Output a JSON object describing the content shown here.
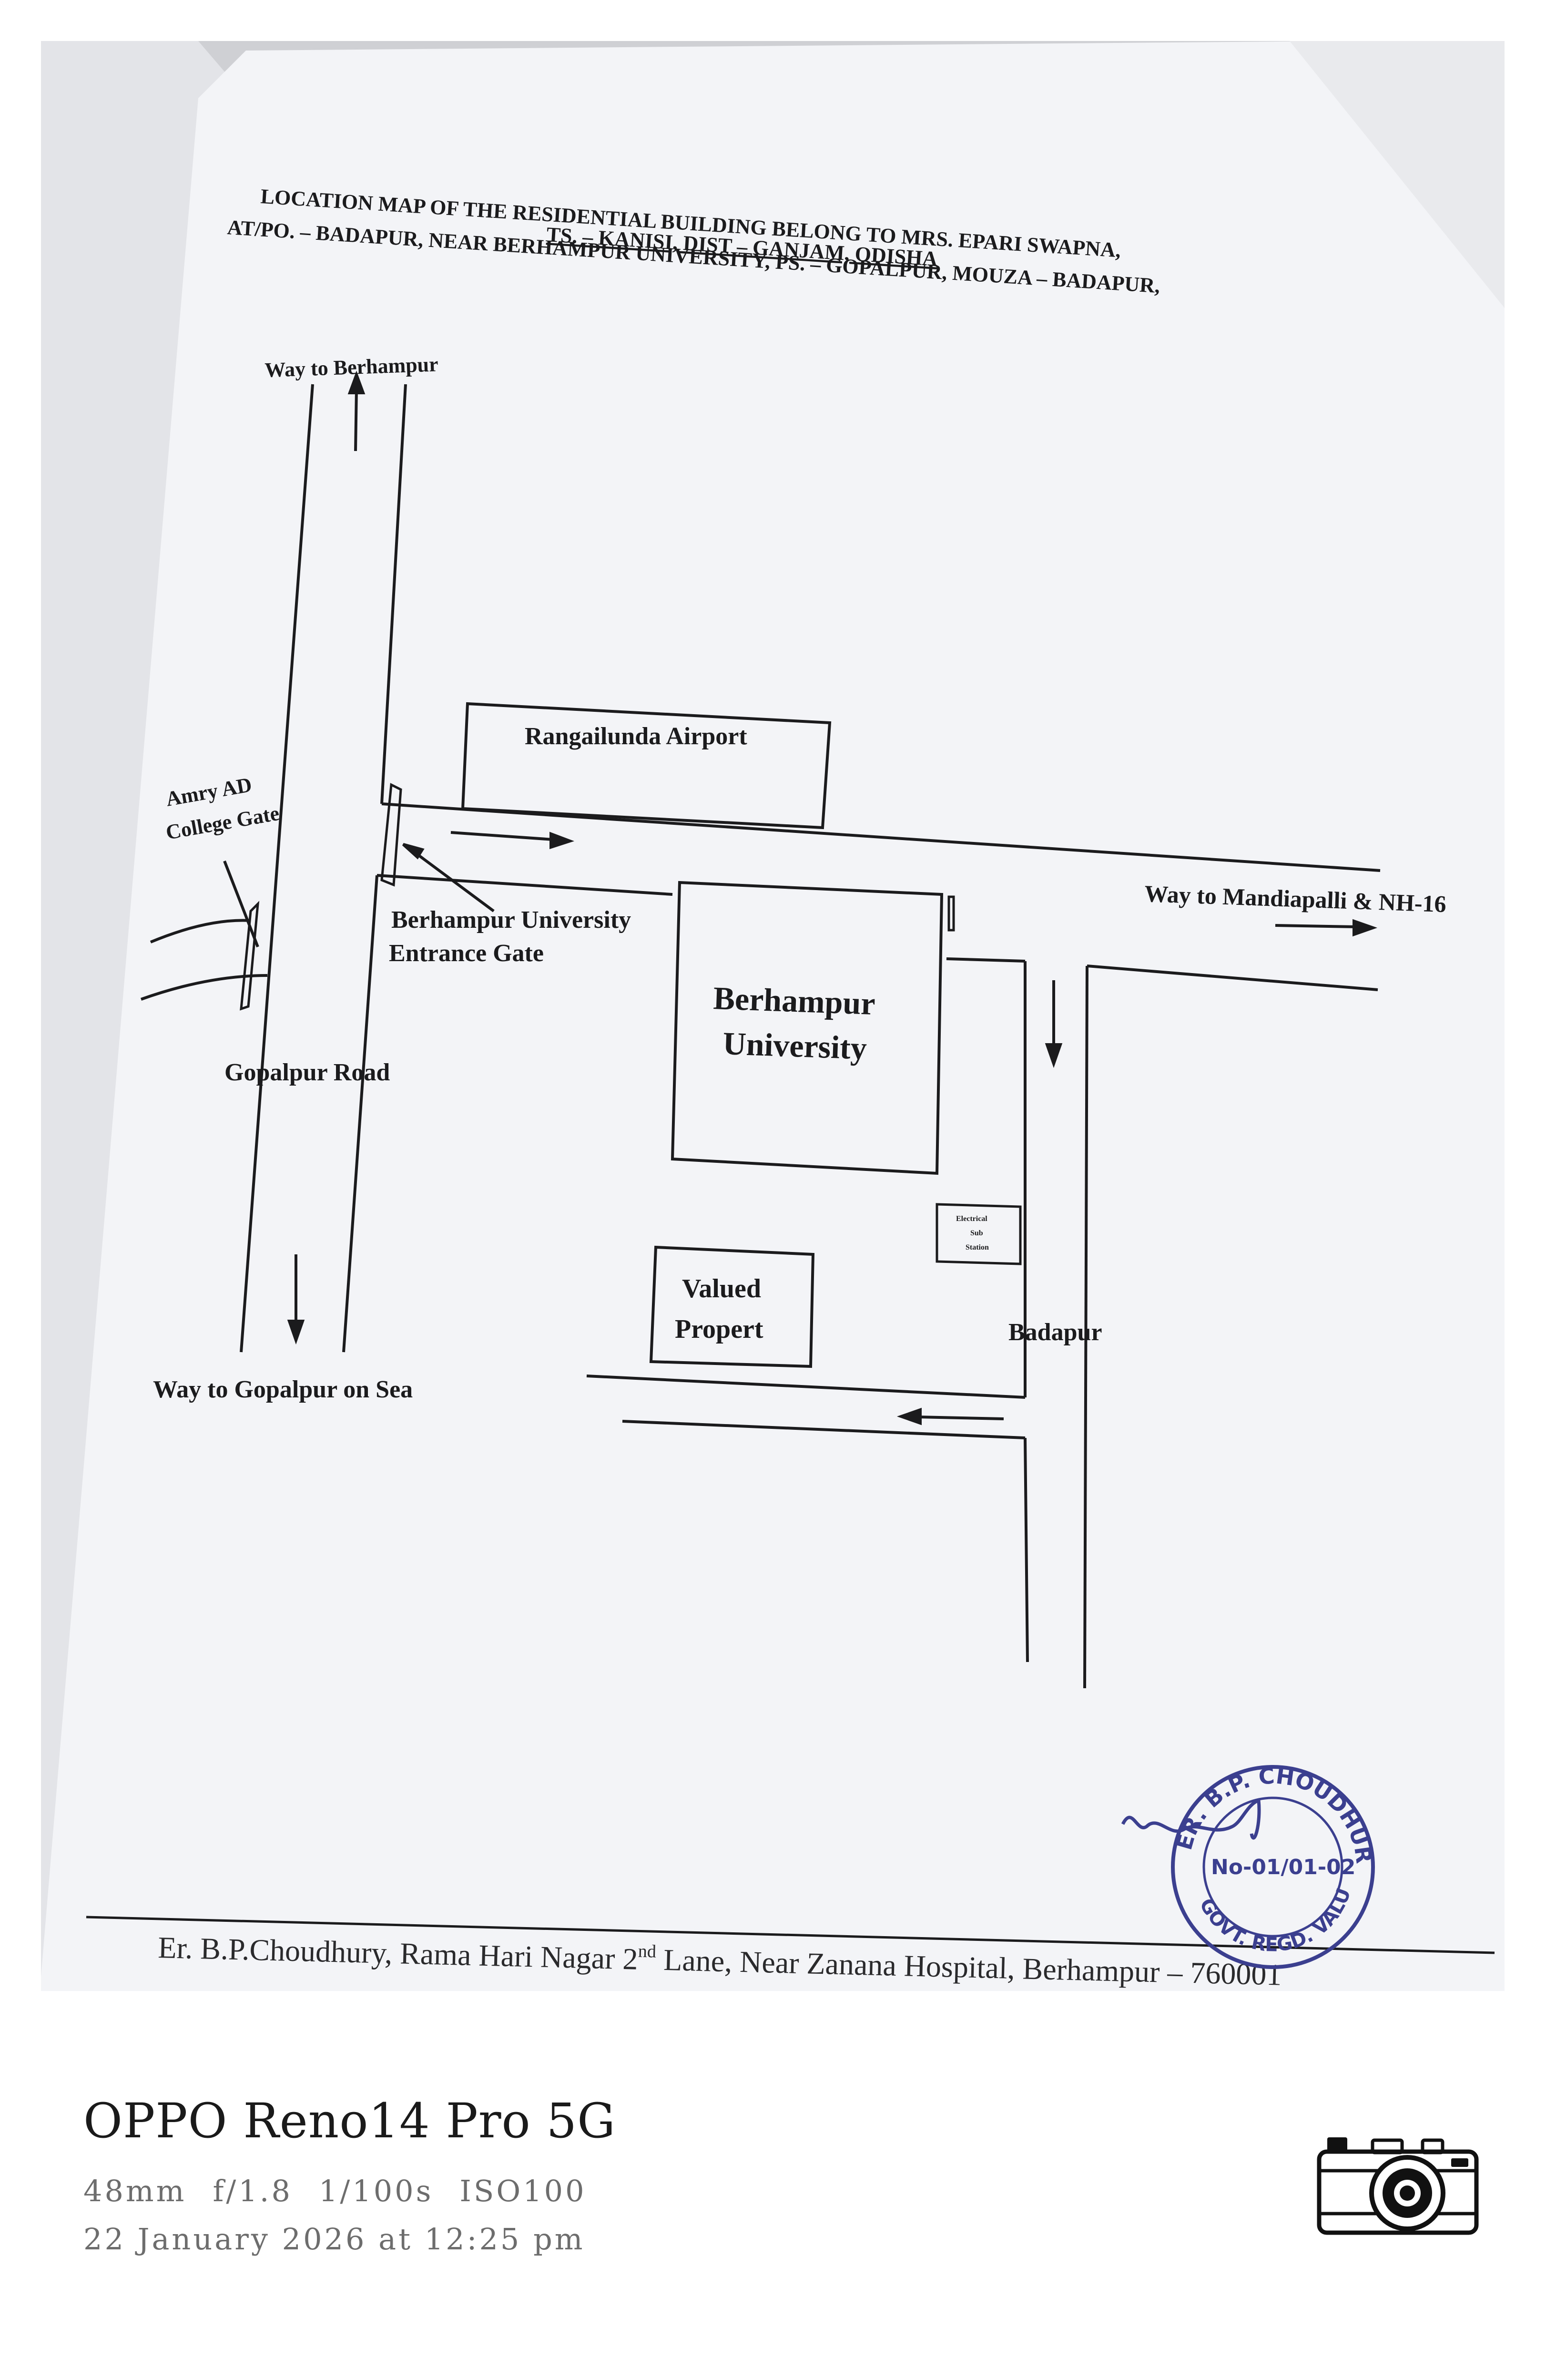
{
  "document": {
    "title_lines": [
      "LOCATION MAP OF THE RESIDENTIAL BUILDING BELONG TO MRS. EPARI SWAPNA,",
      "AT/PO. – BADAPUR, NEAR BERHAMPUR UNIVERSITY, PS. – GOPALPUR, MOUZA – BADAPUR,",
      "TS. – KANISI, DIST – GANJAM, ODISHA"
    ],
    "footer": {
      "prefix": "Er. B.P.Choudhury, Rama Hari Nagar 2",
      "sup": "nd",
      "suffix": " Lane, Near Zanana Hospital, Berhampur – 760001"
    }
  },
  "map": {
    "labels": {
      "way_berhampur": "Way to Berhampur",
      "airport": "Rangailunda Airport",
      "college_gate_1": "Amry AD",
      "college_gate_2": "College Gate",
      "entrance_1": "Berhampur University",
      "entrance_2": "Entrance Gate",
      "university_1": "Berhampur",
      "university_2": "University",
      "mandiapalli": "Way to Mandiapalli & NH-16",
      "gopalpur_road": "Gopalpur Road",
      "substation_1": "Electrical",
      "substation_2": "Sub",
      "substation_3": "Station",
      "valued_1": "Valued",
      "valued_2": "Propert",
      "badapur": "Badapur",
      "way_gopalpur": "Way to Gopalpur on Sea"
    }
  },
  "stamp": {
    "ring_text": "ER. B.P. CHOUDHURY",
    "ring_bottom": "GOVT. REGD. VALUER",
    "number": "No-01/01-02"
  },
  "caption": {
    "device": "OPPO Reno14 Pro 5G",
    "exif": [
      "48mm",
      "f/1.8",
      "1/100s",
      "ISO100"
    ],
    "datetime": "22 January 2026 at 12:25 pm"
  },
  "colors": {
    "paper": "#f3f4f7",
    "ink": "#1b1b1d",
    "stamp_ink": "#3b3f8f",
    "background": "#d6d7db"
  }
}
